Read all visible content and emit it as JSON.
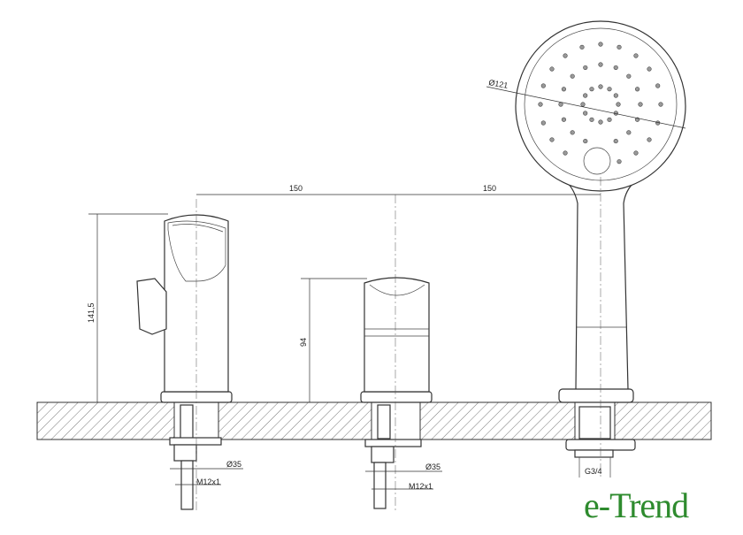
{
  "dimensions": {
    "spacing_left": "150",
    "spacing_right": "150",
    "shower_diameter": "Ø121",
    "spout_height": "141,5",
    "mixer_height": "94",
    "left_flange_diameter": "Ø35",
    "left_thread": "M12x1",
    "mid_flange_diameter": "Ø35",
    "mid_thread": "M12x1",
    "hose_thread": "G3/4"
  },
  "logo": {
    "text": "e-Trend",
    "color": "#2e8b2e"
  }
}
